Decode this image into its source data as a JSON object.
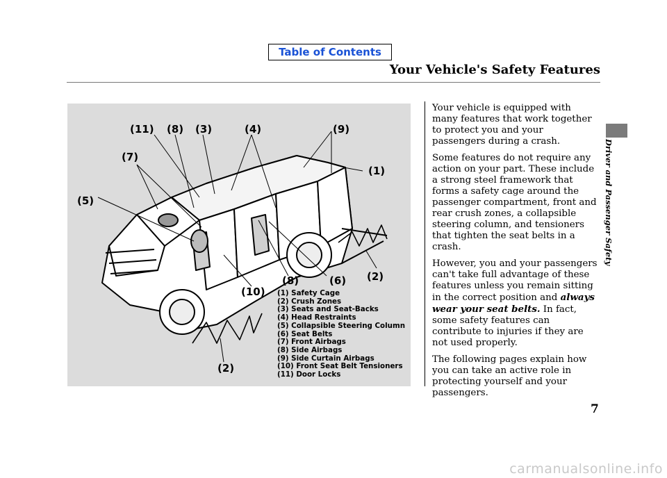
{
  "toc": {
    "label": "Table of Contents"
  },
  "header": {
    "title": "Your Vehicle's Safety Features"
  },
  "figure": {
    "callouts": {
      "c11": "(11)",
      "c8a": "(8)",
      "c3": "(3)",
      "c4": "(4)",
      "c9": "(9)",
      "c7": "(7)",
      "c1": "(1)",
      "c5": "(5)",
      "c8b": "(8)",
      "c6": "(6)",
      "c2a": "(2)",
      "c10": "(10)",
      "c2b": "(2)"
    },
    "legend": [
      "(1) Safety Cage",
      "(2) Crush Zones",
      "(3) Seats and Seat-Backs",
      "(4) Head Restraints",
      "(5) Collapsible Steering Column",
      "(6) Seat Belts",
      "(7) Front Airbags",
      "(8) Side Airbags",
      "(9) Side Curtain Airbags",
      "(10) Front Seat Belt Tensioners",
      "(11) Door Locks"
    ]
  },
  "body": {
    "p1": "Your vehicle is equipped with many features that work together to protect you and your passengers during a crash.",
    "p2": "Some features do not require any action on your part. These include a strong steel framework that forms a safety cage around the passenger compartment, front and rear crush zones, a collapsible steering column, and tensioners that tighten the seat belts in a crash.",
    "p3_before": "However, you and your passengers can't take full advantage of these features unless you remain sitting in the correct position and ",
    "p3_em": "always wear your seat belts.",
    "p3_after": " In fact, some safety features can contribute to injuries if they are not used properly.",
    "p4": "The following pages explain how you can take an active role in protecting yourself and your passengers."
  },
  "side_label": "Driver and Passenger Safety",
  "page_number": "7",
  "watermark": "carmanualsonline.info"
}
